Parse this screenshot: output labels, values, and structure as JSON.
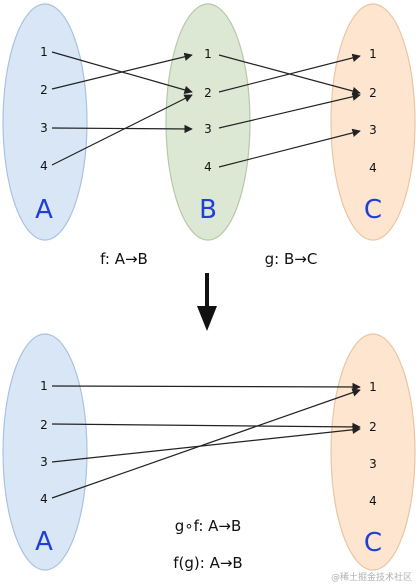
{
  "top": {
    "set_a": {
      "name": "A",
      "elements": [
        "1",
        "2",
        "3",
        "4"
      ]
    },
    "set_b": {
      "name": "B",
      "elements": [
        "1",
        "2",
        "3",
        "4"
      ]
    },
    "set_c": {
      "name": "C",
      "elements": [
        "1",
        "2",
        "3",
        "4"
      ]
    },
    "f_label": "f: A→B",
    "g_label": "g: B→C",
    "f_map": [
      [
        "1",
        "2"
      ],
      [
        "2",
        "1"
      ],
      [
        "3",
        "3"
      ],
      [
        "4",
        "2"
      ]
    ],
    "g_map": [
      [
        "1",
        "2"
      ],
      [
        "2",
        "1"
      ],
      [
        "3",
        "2"
      ],
      [
        "4",
        "3"
      ]
    ]
  },
  "bottom": {
    "set_a": {
      "name": "A",
      "elements": [
        "1",
        "2",
        "3",
        "4"
      ]
    },
    "set_c": {
      "name": "C",
      "elements": [
        "1",
        "2",
        "3",
        "4"
      ]
    },
    "compose_label": "g∘f: A→B",
    "fg_label": "f(g): A→B",
    "map": [
      [
        "1",
        "1"
      ],
      [
        "2",
        "2"
      ],
      [
        "3",
        "2"
      ],
      [
        "4",
        "1"
      ]
    ]
  },
  "watermark": "@稀土掘金技术社区",
  "colors": {
    "set_a_fill": "#d8e6f5",
    "set_b_fill": "#dde8d4",
    "set_c_fill": "#fde5cf",
    "set_name": "#1f3fd6"
  }
}
